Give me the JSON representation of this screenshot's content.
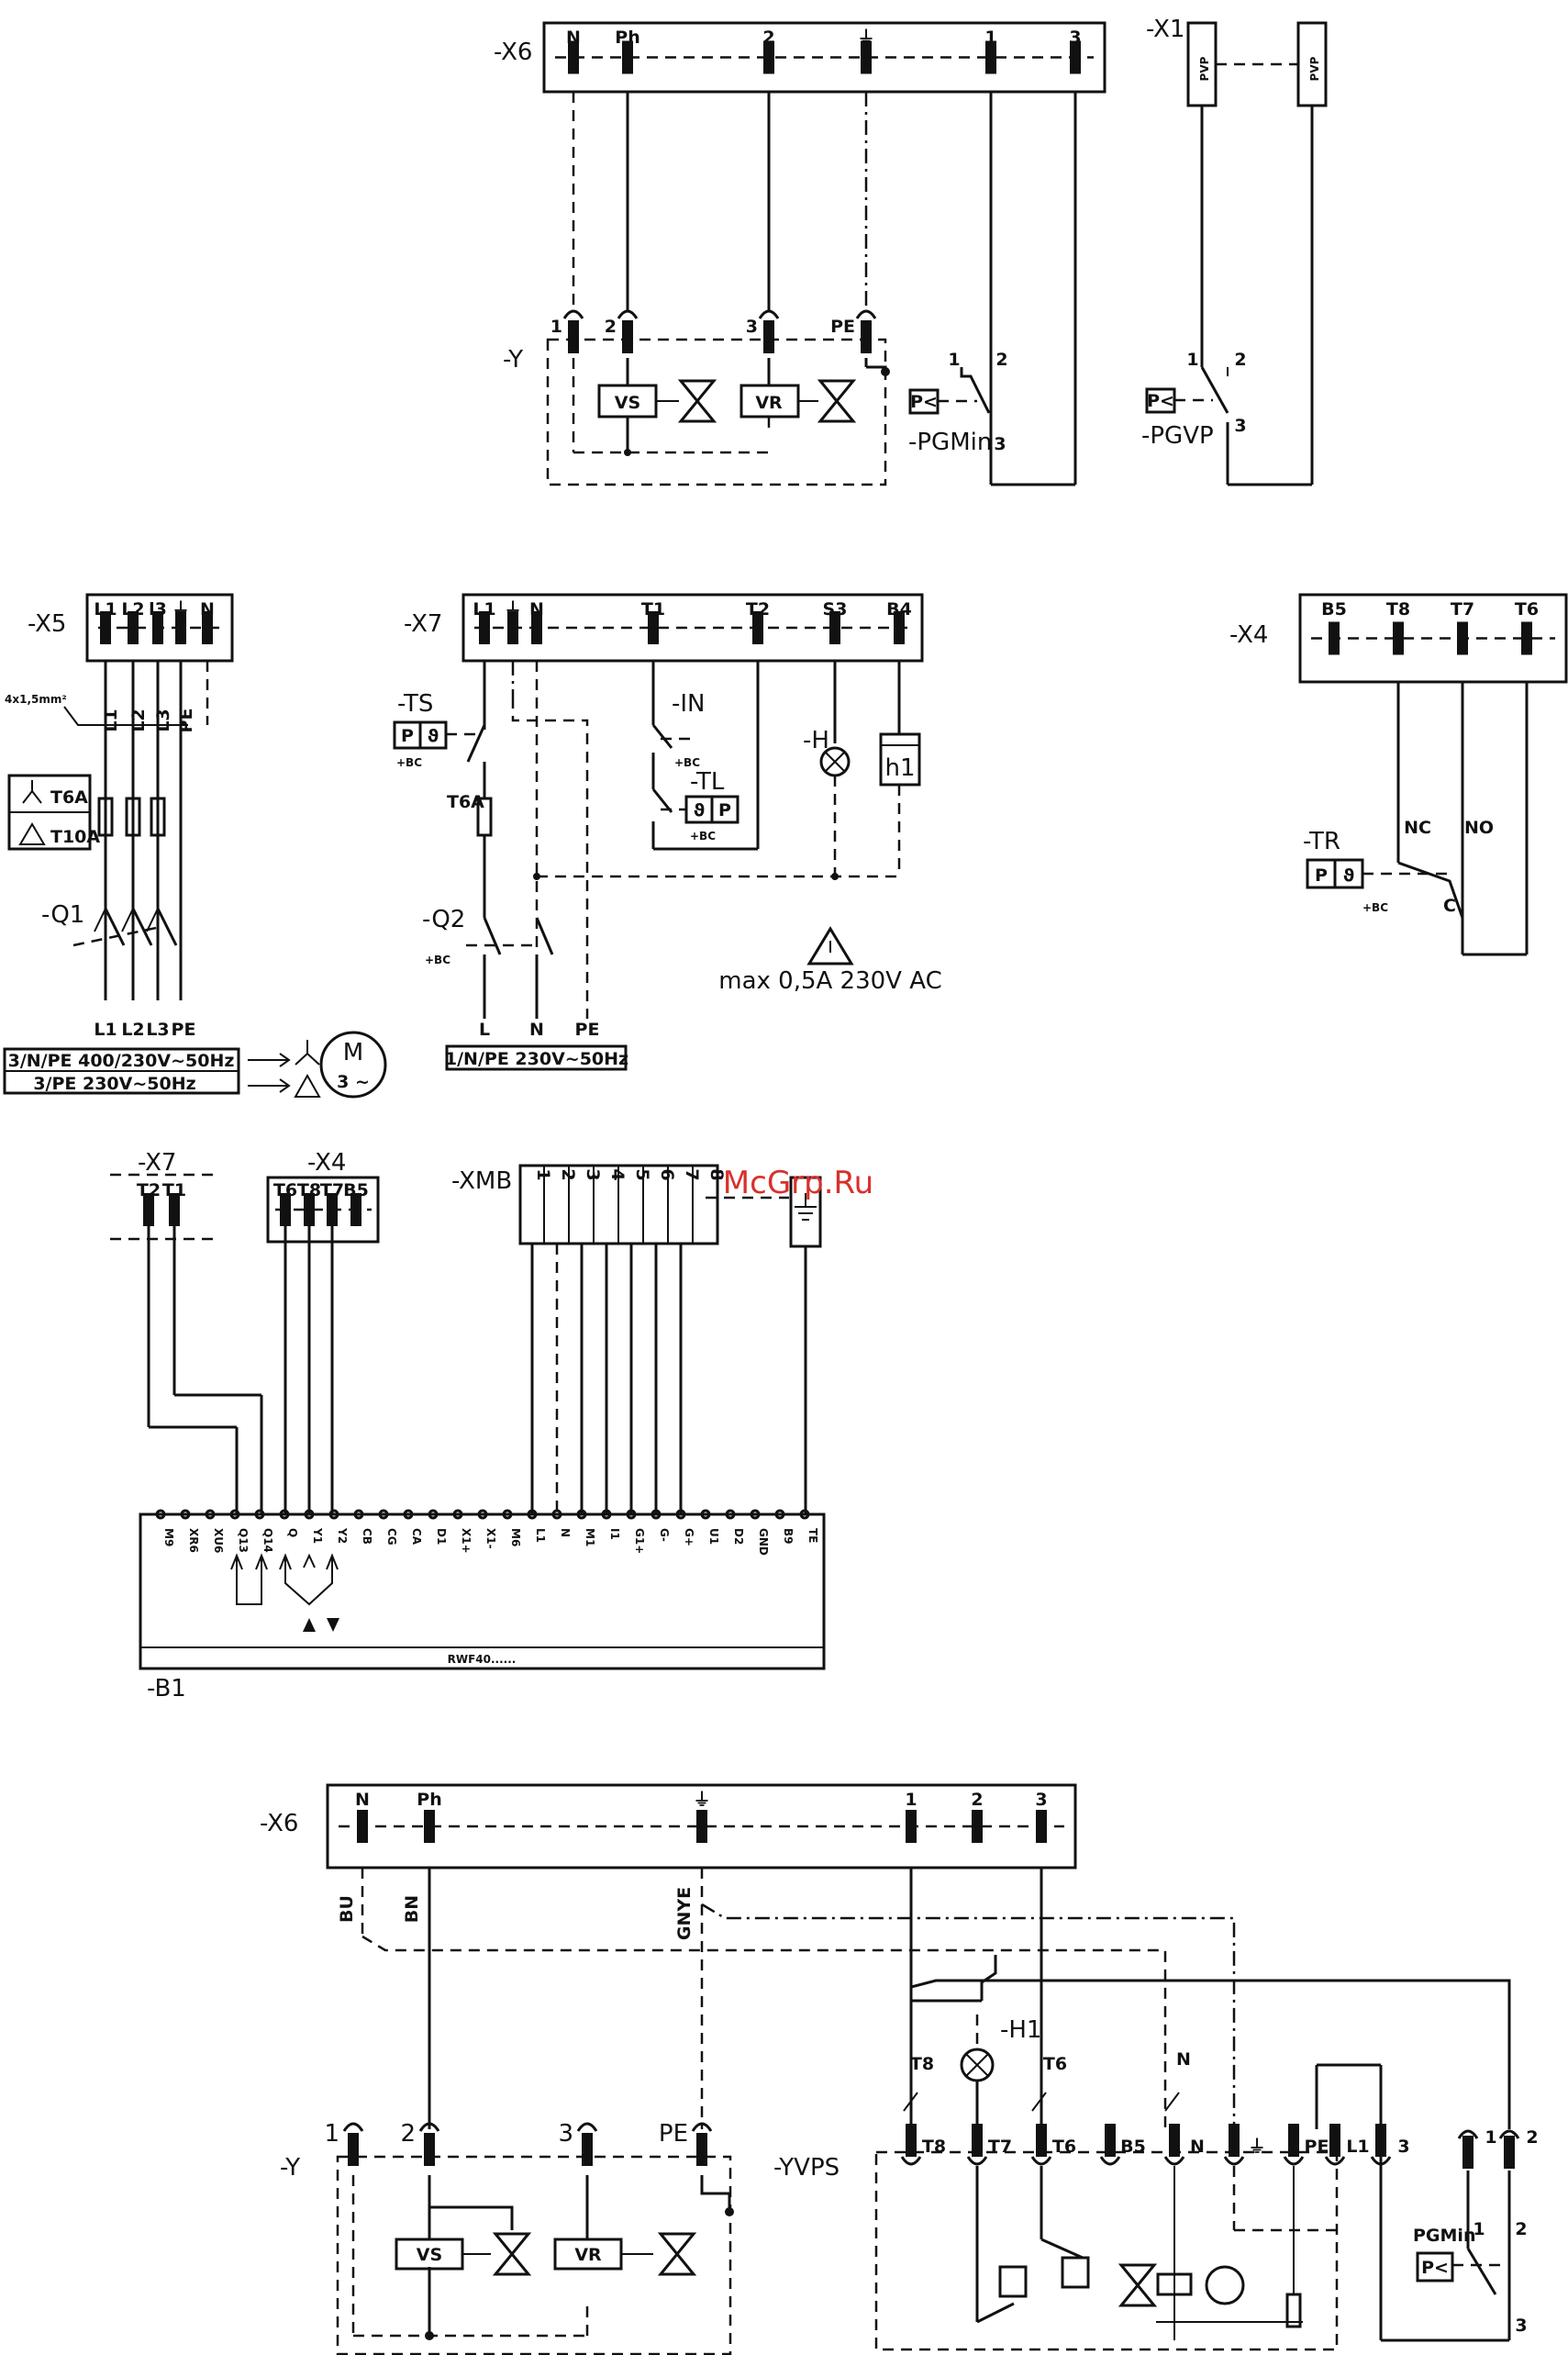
{
  "watermark": "McGrp.Ru",
  "s1": {
    "x6": {
      "id": "-X6",
      "terms": [
        "N",
        "Ph",
        "2",
        "⏚",
        "1",
        "3"
      ]
    },
    "x1": {
      "id": "-X1",
      "terms": [
        "PVP",
        "PVP"
      ]
    },
    "y": {
      "id": "-Y",
      "pins": [
        "1",
        "2",
        "3",
        "PE"
      ],
      "valves": [
        "VS",
        "VR"
      ]
    },
    "pgmin": {
      "id": "-PGMin",
      "sensor": "P<",
      "pins": [
        "1",
        "2",
        "3"
      ]
    },
    "pgvp": {
      "id": "-PGVP",
      "sensor": "P<",
      "pins": [
        "1",
        "2",
        "3"
      ]
    }
  },
  "s2": {
    "x5": {
      "id": "-X5",
      "terms": [
        "L1",
        "L2",
        "l3",
        "⏚",
        "N"
      ]
    },
    "cable": "4x1,5mm²",
    "wires": [
      "L1",
      "L2",
      "L3",
      "PE"
    ],
    "fuse_star": "T6A",
    "fuse_delta": "T10A",
    "q1": "-Q1",
    "q1_out": [
      "L1",
      "L2",
      "L3",
      "PE"
    ],
    "supply1": "3/N/PE  400/230V~50Hz",
    "supply2": "3/PE  230V~50Hz",
    "motor": {
      "m": "M",
      "phase": "3 ~"
    },
    "x7": {
      "id": "-X7",
      "terms": [
        "L1",
        "⏚",
        "N",
        "T1",
        "T2",
        "S3",
        "B4"
      ]
    },
    "ts": {
      "id": "-TS",
      "box1": "P",
      "box2": "ϑ",
      "bc": "+BC"
    },
    "in": {
      "id": "-IN",
      "bc": "+BC"
    },
    "tl": {
      "id": "-TL",
      "box1": "ϑ",
      "box2": "P",
      "bc": "+BC"
    },
    "h": "-H",
    "h1": "h1",
    "fuse_x7": "T6A",
    "q2": {
      "id": "-Q2",
      "bc": "+BC"
    },
    "x7_out": [
      "L",
      "N",
      "PE"
    ],
    "supply3": "1/N/PE  230V~50Hz",
    "warning": "max  0,5A  230V  AC",
    "x4": {
      "id": "-X4",
      "terms": [
        "B5",
        "T8",
        "T7",
        "T6"
      ]
    },
    "tr": {
      "id": "-TR",
      "box1": "P",
      "box2": "ϑ",
      "bc": "+BC",
      "nc": "NC",
      "no": "NO",
      "c": "C"
    }
  },
  "s3": {
    "x7": {
      "id": "-X7",
      "terms": [
        "T2",
        "T1"
      ]
    },
    "x4": {
      "id": "-X4",
      "terms": [
        "T6",
        "T8",
        "T7",
        "B5"
      ]
    },
    "xmb": {
      "id": "-XMB",
      "terms": [
        "1",
        "2",
        "3",
        "4",
        "5",
        "6",
        "7",
        "8"
      ]
    },
    "b1": {
      "id": "-B1",
      "model": "RWF40......",
      "terms": [
        "M9",
        "XR6",
        "XU6",
        "Q13",
        "Q14",
        "Q",
        "Y1",
        "Y2",
        "CB",
        "CG",
        "CA",
        "D1",
        "X1+",
        "X1-",
        "M6",
        "L1",
        "N",
        "M1",
        "I1",
        "G1+",
        "G-",
        "G+",
        "U1",
        "D2",
        "GND",
        "B9",
        "TE"
      ]
    }
  },
  "s4": {
    "x6": {
      "id": "-X6",
      "terms": [
        "N",
        "Ph",
        "⏚",
        "1",
        "2",
        "3"
      ]
    },
    "wire_colors": [
      "BU",
      "BN",
      "GNYE"
    ],
    "y": {
      "id": "-Y",
      "pins": [
        "1",
        "2",
        "3",
        "PE"
      ],
      "valves": [
        "VS",
        "VR"
      ]
    },
    "h1": "-H1",
    "wire_tags": [
      "T8",
      "T6",
      "N"
    ],
    "yvps": {
      "id": "-YVPS",
      "terms": [
        "T8",
        "T7",
        "T6",
        "B5",
        "N",
        "⏚",
        "PE",
        "L1",
        "3"
      ]
    },
    "pgmin": {
      "id": "PGMin",
      "sensor": "P<",
      "pins": [
        "1",
        "2",
        "3"
      ]
    }
  }
}
